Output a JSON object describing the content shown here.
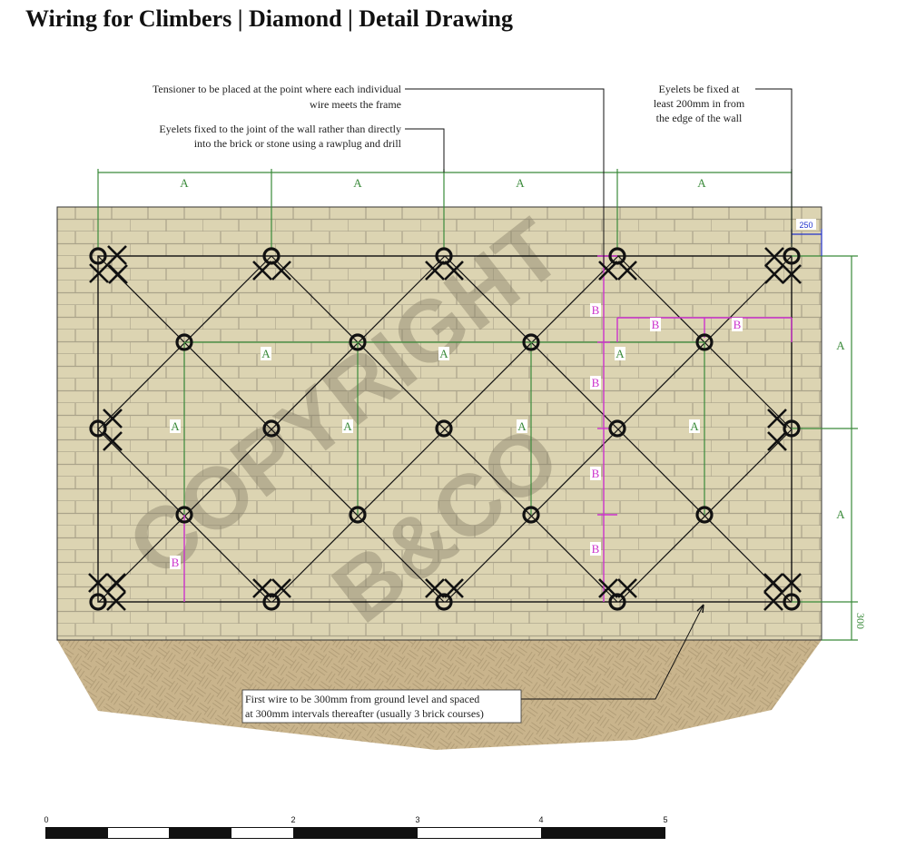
{
  "title": "Wiring for Climbers | Diamond | Detail Drawing",
  "notes": {
    "tensioner": [
      "Tensioner to be placed at the point where each individual",
      "wire meets the frame"
    ],
    "eyelets_joint": [
      "Eyelets fixed to the joint of the wall rather than directly",
      "into the brick or stone using a rawplug and drill"
    ],
    "eyelets_edge": [
      "Eyelets be fixed at",
      "least 200mm in from",
      "the edge of the wall"
    ],
    "first_wire": [
      "First wire to be 300mm from ground level and spaced",
      "at 300mm intervals thereafter (usually 3 brick courses)"
    ]
  },
  "dimensions": {
    "a_label": "A",
    "b_label": "B",
    "edge_offset": "250",
    "ground_offset": "300"
  },
  "watermark": [
    "COPYRIGHT",
    "B&CO"
  ],
  "scale_bar": {
    "labels": [
      "0",
      "2",
      "3",
      "4",
      "5"
    ]
  },
  "colors": {
    "dim_a": "#3a8a3a",
    "dim_b": "#cc33cc",
    "dim_edge": "#2233cc",
    "brick": "#dcd4b2",
    "ground": "#c9b48c"
  }
}
